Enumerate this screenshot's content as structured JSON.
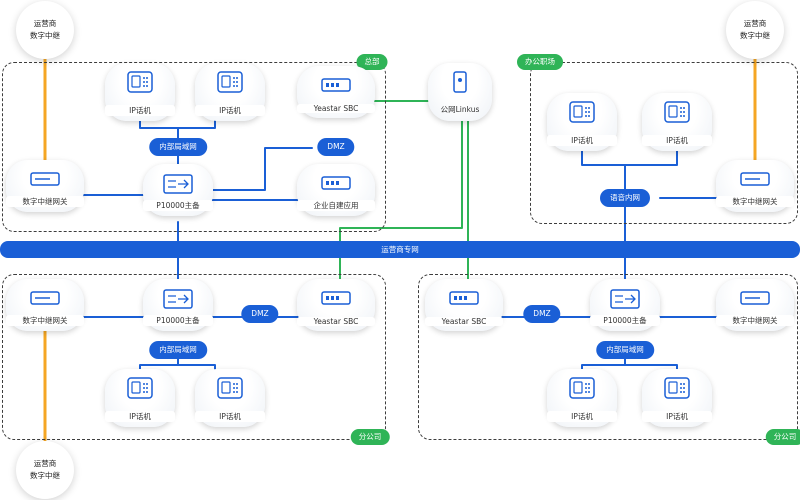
{
  "regions": {
    "hq": "总部",
    "office": "办公职场",
    "branch_left": "分公司",
    "branch_right": "分公司"
  },
  "backbone": "运营商专网",
  "carrier_trunk": "运营商\n数字中继",
  "hq": {
    "phone1": "IP话机",
    "phone2": "IP话机",
    "sbc": "Yeastar SBC",
    "lan": "内部局域网",
    "gateway": "数字中继网关",
    "pbx": "P10000主备",
    "dmz": "DMZ",
    "app": "企业自建应用"
  },
  "linkus": "公网Linkus",
  "office": {
    "phone1": "IP话机",
    "phone2": "IP话机",
    "voice_net": "语音内网",
    "gateway": "数字中继网关"
  },
  "branch_left": {
    "gateway": "数字中继网关",
    "pbx": "P10000主备",
    "dmz": "DMZ",
    "sbc": "Yeastar SBC",
    "lan": "内部局域网",
    "phone1": "IP话机",
    "phone2": "IP话机"
  },
  "branch_right": {
    "sbc": "Yeastar SBC",
    "dmz": "DMZ",
    "pbx": "P10000主备",
    "gateway": "数字中继网关",
    "lan": "内部局域网",
    "phone1": "IP话机",
    "phone2": "IP话机"
  },
  "colors": {
    "blue": "#1a5fd6",
    "green": "#2fb457",
    "orange": "#f5a623"
  }
}
